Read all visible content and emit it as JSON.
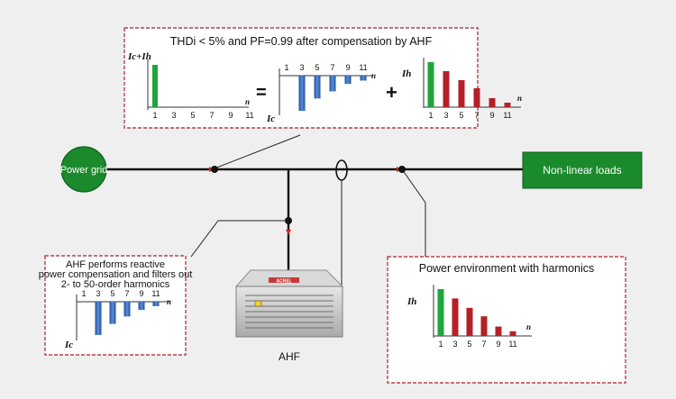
{
  "top_panel": {
    "title": "THDi < 5% and PF=0.99 after compensation by  AHF",
    "left_label": "Ic+Ih",
    "equals": "=",
    "plus": "+",
    "mid_label": "Ic",
    "right_label": "Ih"
  },
  "main_line": {
    "source": "Power grid",
    "load": "Non-linear loads"
  },
  "left_panel": {
    "text_lines": [
      "AHF performs reactive",
      "power compensation and filters out",
      "2- to 50-order harmonics"
    ],
    "label": "Ic"
  },
  "right_panel": {
    "title": "Power environment with harmonics",
    "label": "Ih"
  },
  "device": {
    "label": "AHF",
    "brand": "ACREL"
  },
  "axis_symbol": "n",
  "harmonic_orders": [
    "1",
    "3",
    "5",
    "7",
    "9",
    "11"
  ],
  "chart_data": [
    {
      "type": "bar",
      "id": "combined",
      "categories": [
        "1",
        "3",
        "5",
        "7",
        "9",
        "11"
      ],
      "values": [
        1.0,
        0,
        0,
        0,
        0,
        0
      ],
      "ylabel": "Ic+Ih",
      "xlabel": "n"
    },
    {
      "type": "bar",
      "id": "compensation_top",
      "categories": [
        "1",
        "3",
        "5",
        "7",
        "9",
        "11"
      ],
      "values": [
        0,
        -0.85,
        -0.55,
        -0.38,
        -0.2,
        -0.12
      ],
      "ylabel": "Ic",
      "xlabel": "n"
    },
    {
      "type": "bar",
      "id": "harmonics_top",
      "categories": [
        "1",
        "3",
        "5",
        "7",
        "9",
        "11"
      ],
      "values": [
        1.0,
        0.8,
        0.6,
        0.42,
        0.2,
        0.1
      ],
      "ylabel": "Ih",
      "xlabel": "n"
    },
    {
      "type": "bar",
      "id": "compensation_left",
      "categories": [
        "1",
        "3",
        "5",
        "7",
        "9",
        "11"
      ],
      "values": [
        0,
        -0.9,
        -0.6,
        -0.4,
        -0.22,
        -0.12
      ],
      "ylabel": "Ic",
      "xlabel": "n"
    },
    {
      "type": "bar",
      "id": "harmonics_right",
      "categories": [
        "1",
        "3",
        "5",
        "7",
        "9",
        "11"
      ],
      "values": [
        1.0,
        0.8,
        0.6,
        0.42,
        0.2,
        0.1
      ],
      "ylabel": "Ih",
      "xlabel": "n"
    }
  ],
  "colors": {
    "fundamental": "#1fa53b",
    "harmonic": "#b51f27",
    "compensation": "#3a6fbd",
    "panel_border": "#b8404a",
    "box_green": "#1b8a2c",
    "line": "#111111"
  }
}
